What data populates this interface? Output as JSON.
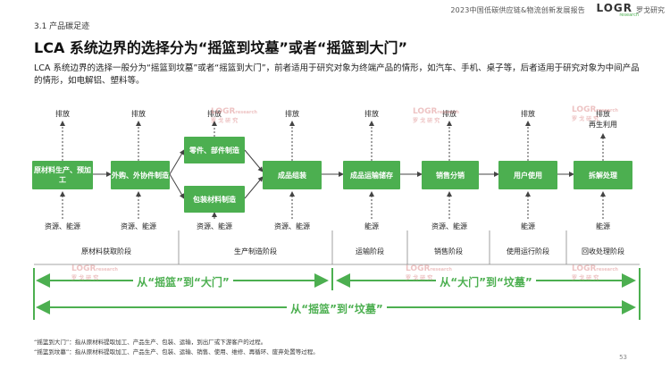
{
  "header": {
    "report_title": "2023中国低碳供应链&物流创新发展报告",
    "brand_logo": "LOGR",
    "brand_logo_sub": "research",
    "brand_name": "罗戈研究"
  },
  "section": "3.1 产品碳足迹",
  "title": "LCA 系统边界的选择分为“摇篮到坟墓”或者“摇篮到大门”",
  "description": "LCA 系统边界的选择一般分为“摇篮到坟墓”或者“摇篮到大门”，前者适用于研究对象为终端产品的情形，如汽车、手机、桌子等，后者适用于研究对象为中间产品的情形，如电解铝、塑料等。",
  "emissions": {
    "label": "排放",
    "recycle_label": "再生利用"
  },
  "process_boxes": {
    "raw": "原材料生产、预加工",
    "purchase": "外购、外协件制造",
    "parts": "零件、部件制造",
    "packaging": "包装材料制造",
    "assembly": "成品组装",
    "transport": "成品运输储存",
    "sales": "销售分销",
    "use": "用户使用",
    "dismantle": "拆解处理"
  },
  "resources": {
    "res_energy": "资源、能源",
    "energy": "能源"
  },
  "stages": {
    "raw_stage": "原材料获取阶段",
    "production_stage": "生产制造阶段",
    "transport_stage": "运输阶段",
    "sales_stage": "销售阶段",
    "use_stage": "使用运行阶段",
    "recycle_stage": "回收处理阶段"
  },
  "boundaries": {
    "cradle_to_gate": "从“摇篮”到“大门”",
    "gate_to_grave": "从“大门”到“坟墓”",
    "cradle_to_grave": "从“摇篮”到“坟墓”"
  },
  "watermark": {
    "logo": "LOGR",
    "sub": "research",
    "cn": "罗 戈 研 究"
  },
  "footnotes": {
    "gate_note": "“摇篮到大门”：指从原材料提取加工、产品生产、包装、运输，到出厂或下游客户的过程。",
    "grave_note": "“摇篮到坟墓”：指从原材料提取加工、产品生产、包装、运输、销售、使用、维修、再循环、废弃处置等过程。"
  },
  "page_number": "53",
  "colors": {
    "accent": "#4caf50",
    "arrow": "#444444"
  }
}
